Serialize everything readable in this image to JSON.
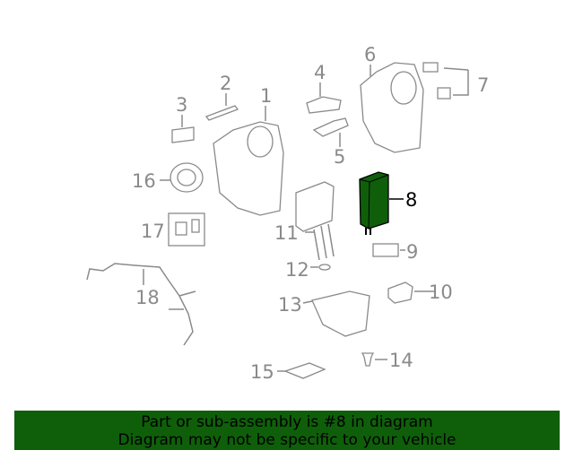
{
  "diagram": {
    "highlight_color": "#0f5f0a",
    "callouts": [
      "1",
      "2",
      "3",
      "4",
      "5",
      "6",
      "7",
      "8",
      "9",
      "10",
      "11",
      "12",
      "13",
      "14",
      "15",
      "16",
      "17",
      "18"
    ],
    "highlighted": "8"
  },
  "banner": {
    "line1": "Part or sub-assembly is #8 in diagram",
    "line2": "Diagram may not be specific to your vehicle"
  }
}
